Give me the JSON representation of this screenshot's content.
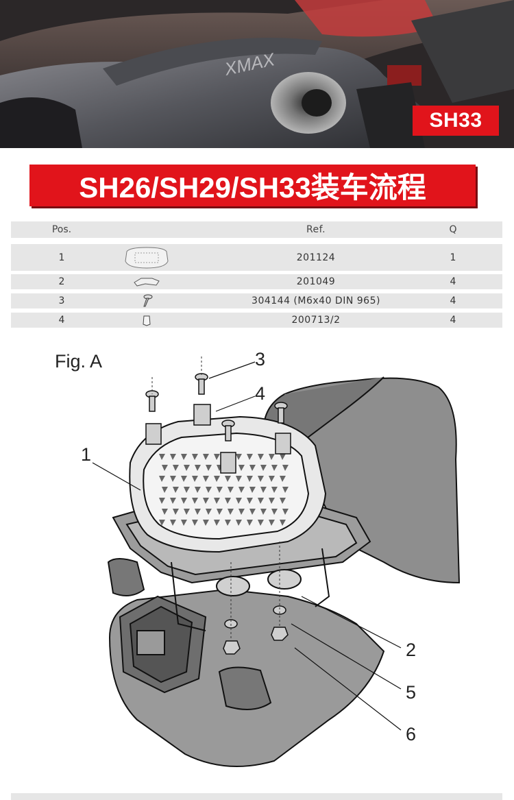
{
  "hero": {
    "badge": "SH33",
    "brand_text": "XMAX"
  },
  "title": "SH26/SH29/SH33装车流程",
  "parts_table": {
    "headers": {
      "pos": "Pos.",
      "ref": "Ref.",
      "qty": "Q"
    },
    "rows": [
      {
        "pos": "1",
        "icon": "base-plate-icon",
        "ref": "201124",
        "qty": "1"
      },
      {
        "pos": "2",
        "icon": "bracket-plate-icon",
        "ref": "201049",
        "qty": "4"
      },
      {
        "pos": "3",
        "icon": "screw-icon",
        "ref": "304144 (M6x40 DIN 965)",
        "qty": "4"
      },
      {
        "pos": "4",
        "icon": "spacer-icon",
        "ref": "200713/2",
        "qty": "4"
      }
    ]
  },
  "figure": {
    "label": "Fig. A",
    "callouts": [
      "1",
      "2",
      "3",
      "4",
      "5",
      "6"
    ]
  }
}
